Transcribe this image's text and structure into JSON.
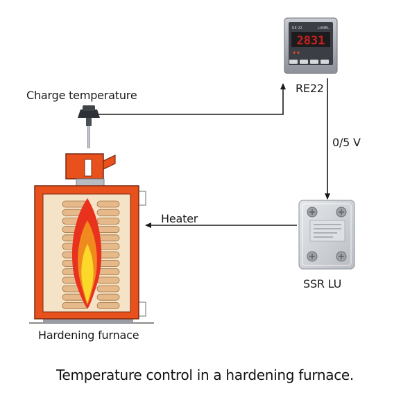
{
  "labels": {
    "charge_temperature": "Charge temperature",
    "controller": "RE22",
    "signal": "0/5 V",
    "heater": "Heater",
    "relay": "SSR LU",
    "furnace": "Hardening furnace"
  },
  "controller_display": {
    "model_tag": "RE 22",
    "brand_tag": "LUMEL",
    "readout": "2831"
  },
  "caption": "Temperature control in a hardening furnace.",
  "colors": {
    "furnace_wall": "#e8501c",
    "furnace_interior": "#f5e3c8",
    "coil": "#e6b98a",
    "flame_outer": "#e8321e",
    "flame_mid": "#f08a1e",
    "flame_inner": "#fcd82a",
    "display": "#c8201c",
    "arrow": "#1a1a1a"
  },
  "icons": [
    "thermocouple-icon",
    "controller-icon",
    "ssr-relay-icon",
    "furnace-icon",
    "flame-icon"
  ]
}
